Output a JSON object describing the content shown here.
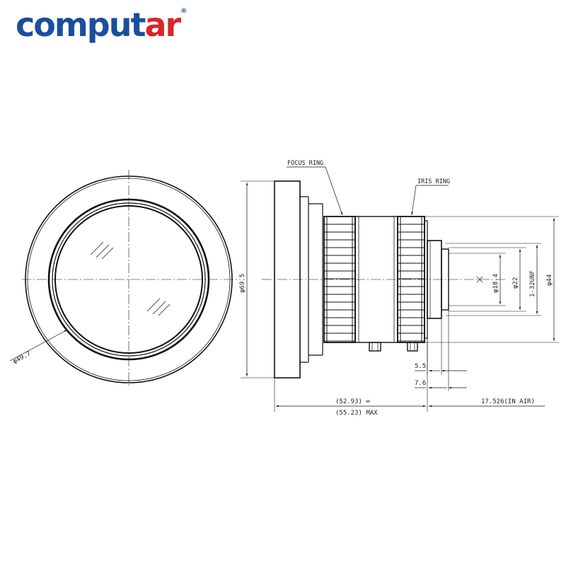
{
  "logo": {
    "text_main": "compu",
    "text_t": "t",
    "text_accent": "ar"
  },
  "labels": {
    "focus_ring": "FOCUS RING",
    "iris_ring": "IRIS RING"
  },
  "dimensions": {
    "front_diameter": "φ49.7",
    "outer_diameter": "φ69.5",
    "d18": "φ18.4",
    "d22": "φ22",
    "thread": "1-32UNF",
    "d44": "φ44",
    "len_5_5": "5.5",
    "len_7_6": "7.6",
    "len_inf": "(52.93) ∞",
    "len_max": "(55.23) MAX",
    "flange": "17.526(IN AIR)"
  },
  "colors": {
    "brand_blue": "#1a4f9c",
    "brand_red": "#d8252b",
    "line": "#111111"
  }
}
